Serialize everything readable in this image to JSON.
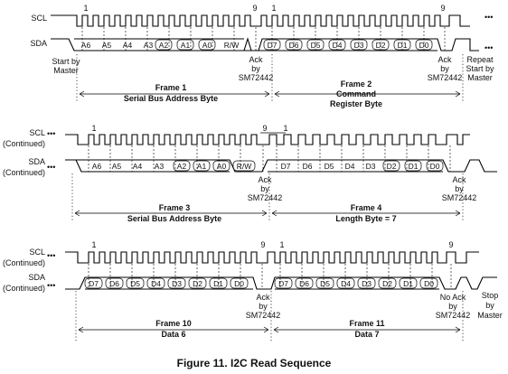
{
  "figure": {
    "caption": "Figure 11.  I2C Read Sequence",
    "ellipsis": "•••"
  },
  "panels": [
    {
      "scl_label": [
        "SCL"
      ],
      "sda_label": [
        "SDA"
      ],
      "first_clock": "1",
      "ninth_clock": "9",
      "cells_a": [
        "A6",
        "A5",
        "A4",
        "A3",
        "A2",
        "A1",
        "A0",
        "R/W"
      ],
      "boxed_a": [
        false,
        false,
        false,
        false,
        true,
        true,
        true,
        false
      ],
      "cells_b": [
        "D7",
        "D6",
        "D5",
        "D4",
        "D3",
        "D2",
        "D1",
        "D0"
      ],
      "boxed_b": [
        true,
        true,
        true,
        true,
        true,
        true,
        true,
        true
      ],
      "second_ninth_clock": "9",
      "notes": [
        {
          "id": "start",
          "lines": [
            "Start by",
            "Master"
          ]
        },
        {
          "id": "ack1",
          "lines": [
            "Ack",
            "by",
            "SM72442"
          ]
        },
        {
          "id": "ack2",
          "lines": [
            "Ack",
            "by",
            "SM72442"
          ]
        },
        {
          "id": "repeat",
          "lines": [
            "Repeat",
            "Start by",
            "Master"
          ]
        }
      ],
      "frames": [
        {
          "lines": [
            "Frame 1",
            "Serial Bus Address Byte"
          ]
        },
        {
          "lines": [
            "Frame 2",
            "Command",
            "Register Byte"
          ]
        }
      ]
    },
    {
      "scl_label": [
        "SCL",
        "(Continued)"
      ],
      "sda_label": [
        "SDA",
        "(Continued)"
      ],
      "first_clock": "1",
      "ninth_clock": "9",
      "extra_clock": "1",
      "cells_a": [
        "A6",
        "A5",
        "A4",
        "A3",
        "A2",
        "A1",
        "A0",
        "R/W"
      ],
      "boxed_a": [
        false,
        false,
        false,
        false,
        true,
        true,
        true,
        true
      ],
      "cells_b": [
        "D7",
        "D6",
        "D5",
        "D4",
        "D3",
        "D2",
        "D1",
        "D0"
      ],
      "boxed_b": [
        false,
        false,
        false,
        false,
        false,
        true,
        true,
        true
      ],
      "second_ninth_clock": "",
      "notes": [
        {
          "id": "ack1",
          "lines": [
            "Ack",
            "by",
            "SM72442"
          ]
        },
        {
          "id": "ack2",
          "lines": [
            "Ack",
            "by",
            "SM72442"
          ]
        }
      ],
      "frames": [
        {
          "lines": [
            "Frame 3",
            "Serial Bus Address Byte"
          ]
        },
        {
          "lines": [
            "Frame 4",
            "Length Byte = 7"
          ]
        }
      ]
    },
    {
      "scl_label": [
        "SCL",
        "(Continued)"
      ],
      "sda_label": [
        "SDA",
        "(Continued)"
      ],
      "first_clock": "1",
      "ninth_clock": "9",
      "second_first_clock": "1",
      "cells_a": [
        "D7",
        "D6",
        "D5",
        "D4",
        "D3",
        "D2",
        "D1",
        "D0"
      ],
      "boxed_a": [
        true,
        true,
        true,
        true,
        true,
        true,
        true,
        true
      ],
      "cells_b": [
        "D7",
        "D6",
        "D5",
        "D4",
        "D3",
        "D2",
        "D1",
        "D0"
      ],
      "boxed_b": [
        true,
        true,
        true,
        true,
        true,
        true,
        true,
        true
      ],
      "second_ninth_clock": "9",
      "notes": [
        {
          "id": "ack1",
          "lines": [
            "Ack",
            "by",
            "SM72442"
          ]
        },
        {
          "id": "ack2",
          "lines": [
            "No Ack",
            "by",
            "SM72442"
          ]
        },
        {
          "id": "stop",
          "lines": [
            "Stop",
            "by",
            "Master"
          ]
        }
      ],
      "frames": [
        {
          "lines": [
            "Frame 10",
            "Data 6"
          ]
        },
        {
          "lines": [
            "Frame 11",
            "Data 7"
          ]
        }
      ]
    }
  ]
}
